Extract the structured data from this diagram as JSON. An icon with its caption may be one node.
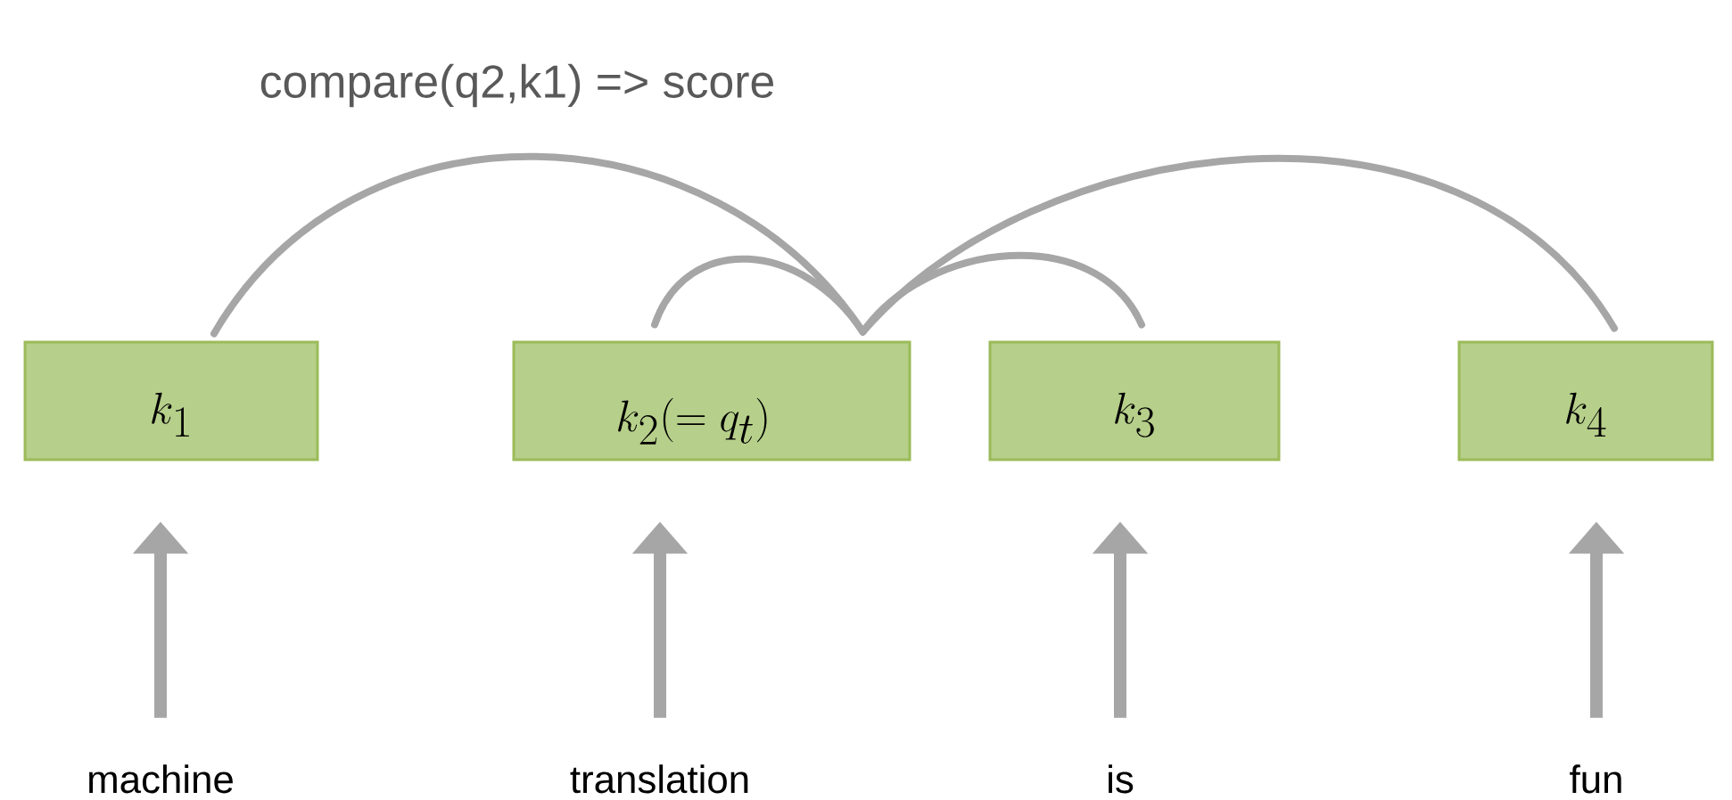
{
  "diagram": {
    "nodes": [
      {
        "text": [
          "k_{1}"
        ]
      },
      {
        "text": [
          "k_{2}(=q_{t})"
        ]
      },
      {
        "text": [
          "k_{3}"
        ]
      },
      {
        "text": [
          "k_{4}"
        ]
      },
      {
        "text": [
          "machine"
        ]
      },
      {
        "text": [
          "translation"
        ]
      },
      {
        "text": [
          "is"
        ]
      },
      {
        "text": [
          "fun"
        ]
      }
    ],
    "edges": [
      {
        "from": 0,
        "to": 1,
        "arrow": "none",
        "label": "compare(q2,k1) => score"
      },
      {
        "from": 1,
        "to": 1,
        "arrow": "none"
      },
      {
        "from": 2,
        "to": 1,
        "arrow": "none"
      },
      {
        "from": 3,
        "to": 1,
        "arrow": "none"
      },
      {
        "from": 4,
        "to": 0,
        "arrow": "to"
      },
      {
        "from": 5,
        "to": 1,
        "arrow": "to"
      },
      {
        "from": 6,
        "to": 2,
        "arrow": "to"
      },
      {
        "from": 7,
        "to": 3,
        "arrow": "to"
      }
    ]
  }
}
